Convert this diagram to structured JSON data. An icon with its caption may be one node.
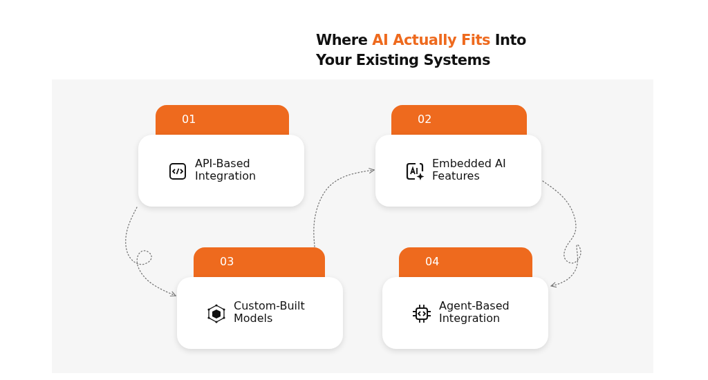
{
  "diagram": {
    "title": "Where **AI Actually Fits** Into Your Existing Systems",
    "nodes": [
      {
        "text": [
          "01",
          "API-Based Integration"
        ]
      },
      {
        "text": [
          "02",
          "Embedded AI Features"
        ]
      },
      {
        "text": [
          "03",
          "Custom-Built Models"
        ]
      },
      {
        "text": [
          "04",
          "Agent-Based Integration"
        ]
      }
    ],
    "edges": [
      {
        "from": 0,
        "to": 2,
        "arrow": "to",
        "style": "dashed"
      },
      {
        "from": 2,
        "to": 1,
        "arrow": "to",
        "style": "dashed"
      },
      {
        "from": 1,
        "to": 3,
        "arrow": "to",
        "style": "dashed"
      }
    ]
  }
}
